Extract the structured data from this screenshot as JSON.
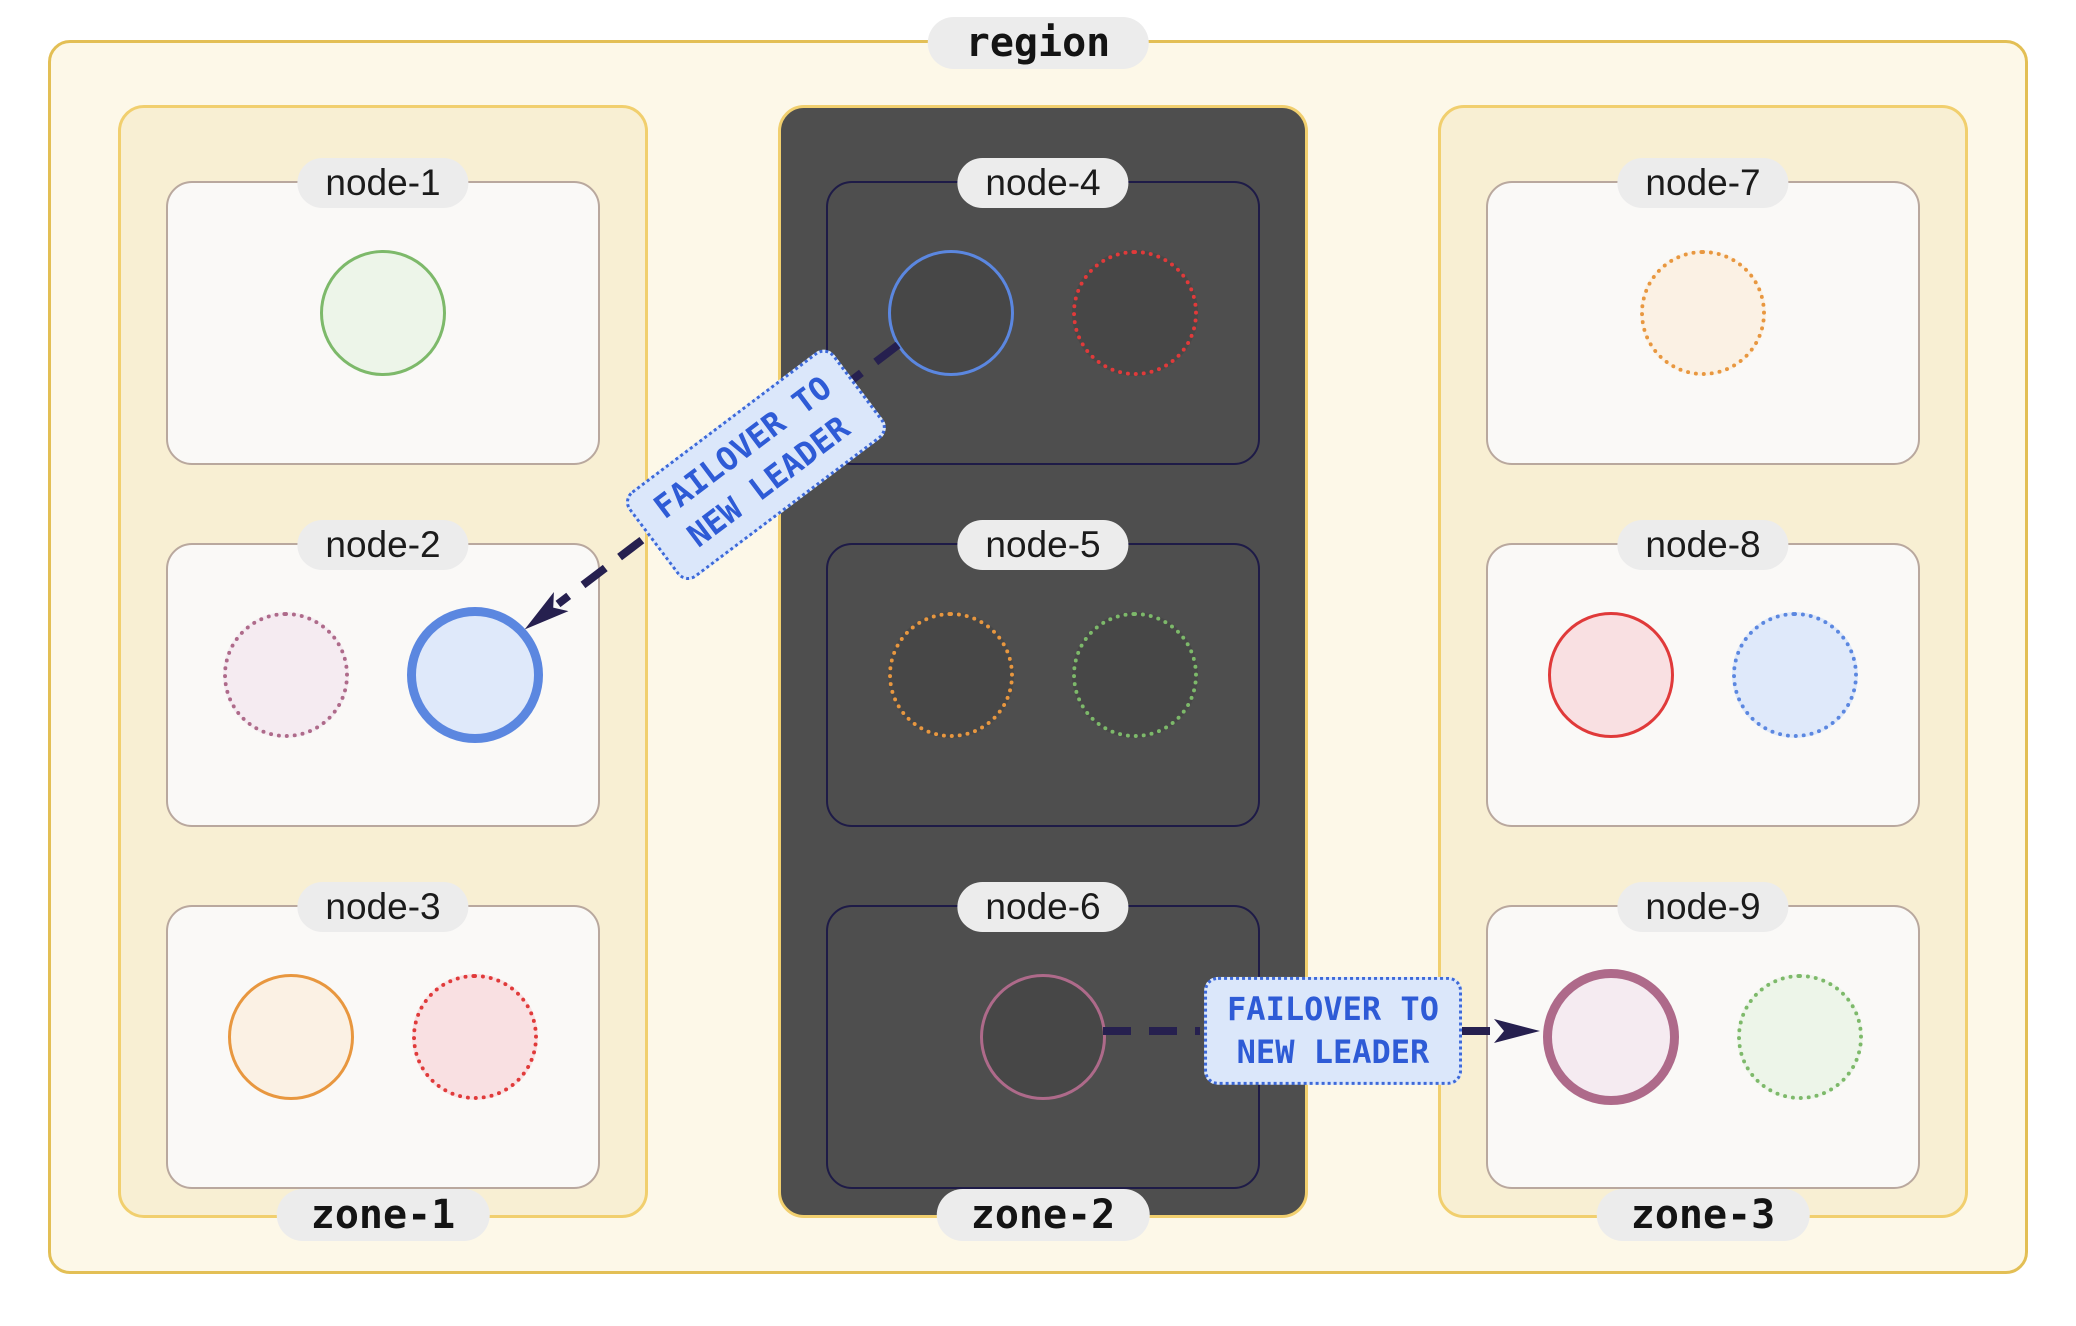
{
  "region": {
    "label": "region"
  },
  "zones": [
    {
      "label": "zone-1",
      "variant": "light",
      "nodes": [
        {
          "label": "node-1",
          "replicas": [
            {
              "color": "green",
              "style": "solid"
            }
          ]
        },
        {
          "label": "node-2",
          "replicas": [
            {
              "color": "mauve",
              "style": "dotted"
            },
            {
              "color": "blue",
              "style": "leader"
            }
          ]
        },
        {
          "label": "node-3",
          "replicas": [
            {
              "color": "orange",
              "style": "solid"
            },
            {
              "color": "red",
              "style": "dotted"
            }
          ]
        }
      ]
    },
    {
      "label": "zone-2",
      "variant": "dark",
      "nodes": [
        {
          "label": "node-4",
          "replicas": [
            {
              "color": "blue",
              "style": "solid"
            },
            {
              "color": "red",
              "style": "dotted"
            }
          ]
        },
        {
          "label": "node-5",
          "replicas": [
            {
              "color": "orange",
              "style": "dotted"
            },
            {
              "color": "green",
              "style": "dotted"
            }
          ]
        },
        {
          "label": "node-6",
          "replicas": [
            {
              "color": "mauve",
              "style": "solid"
            }
          ]
        }
      ]
    },
    {
      "label": "zone-3",
      "variant": "light",
      "nodes": [
        {
          "label": "node-7",
          "replicas": [
            {
              "color": "orange",
              "style": "dotted"
            }
          ]
        },
        {
          "label": "node-8",
          "replicas": [
            {
              "color": "red",
              "style": "solid"
            },
            {
              "color": "blue",
              "style": "dotted"
            }
          ]
        },
        {
          "label": "node-9",
          "replicas": [
            {
              "color": "mauve",
              "style": "leader"
            },
            {
              "color": "green",
              "style": "dotted"
            }
          ]
        }
      ]
    }
  ],
  "failovers": [
    {
      "line1": "FAILOVER TO",
      "line2": "NEW LEADER"
    },
    {
      "line1": "FAILOVER TO",
      "line2": "NEW LEADER"
    }
  ],
  "palette": {
    "region-bg": "#FDF8E8",
    "region-border": "#E3BF55",
    "zone-bg": "#F8EFD3",
    "zone-border": "#F1CF6E",
    "zone-dark-bg": "#4E4E4E",
    "node-bg": "#FAF9F7",
    "node-border": "#B9A89E",
    "node-dark-border": "#1E1B47",
    "pill-bg": "#ECECEC",
    "pill-text": "#141414",
    "arrow": "#26204F",
    "dark-fill": "#474747",
    "failover-bg": "#DBE7FA",
    "failover-border": "#3D69D9",
    "failover-text": "#2E5BD6",
    "green-border": "#7DB96A",
    "green-fill": "#EDF5E9",
    "mauve-border": "#AE6A8A",
    "mauve-fill": "#F5EBF1",
    "blue-border": "#5B87E0",
    "blue-fill": "#DFE9FA",
    "orange-border": "#E8973F",
    "orange-fill": "#FBF1E4",
    "red-border": "#E03A3A",
    "red-fill": "#F9E0E2"
  }
}
